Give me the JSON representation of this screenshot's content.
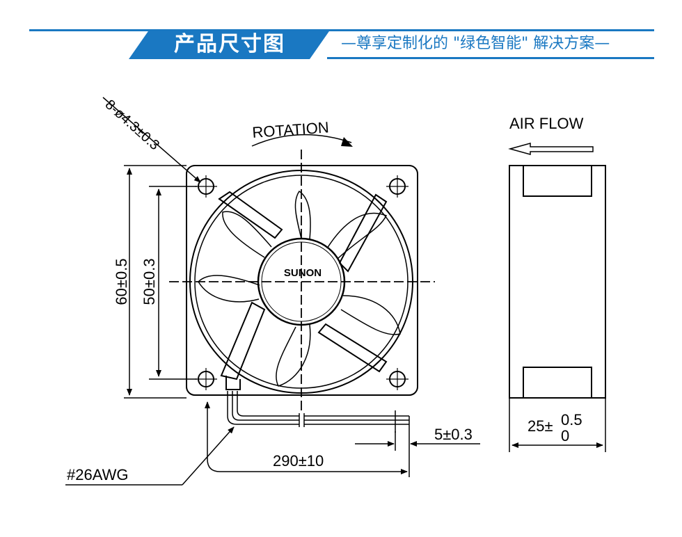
{
  "header": {
    "title": "产品尺寸图",
    "subtitle": "—尊享定制化的 \"绿色智能\" 解决方案—",
    "accent_color": "#1a78c2"
  },
  "drawing": {
    "hole_spec": "8-ø4.3±0.3",
    "rotation_label": "ROTATION",
    "airflow_label": "AIR FLOW",
    "brand": "SUNON",
    "dim_outer": "60±0.5",
    "dim_holes": "50±0.3",
    "dim_lead": "5±0.3",
    "dim_cable": "290±10",
    "dim_depth_base": "25±",
    "dim_depth_upper": "0.5",
    "dim_depth_lower": "0",
    "wire_gauge": "#26AWG"
  }
}
